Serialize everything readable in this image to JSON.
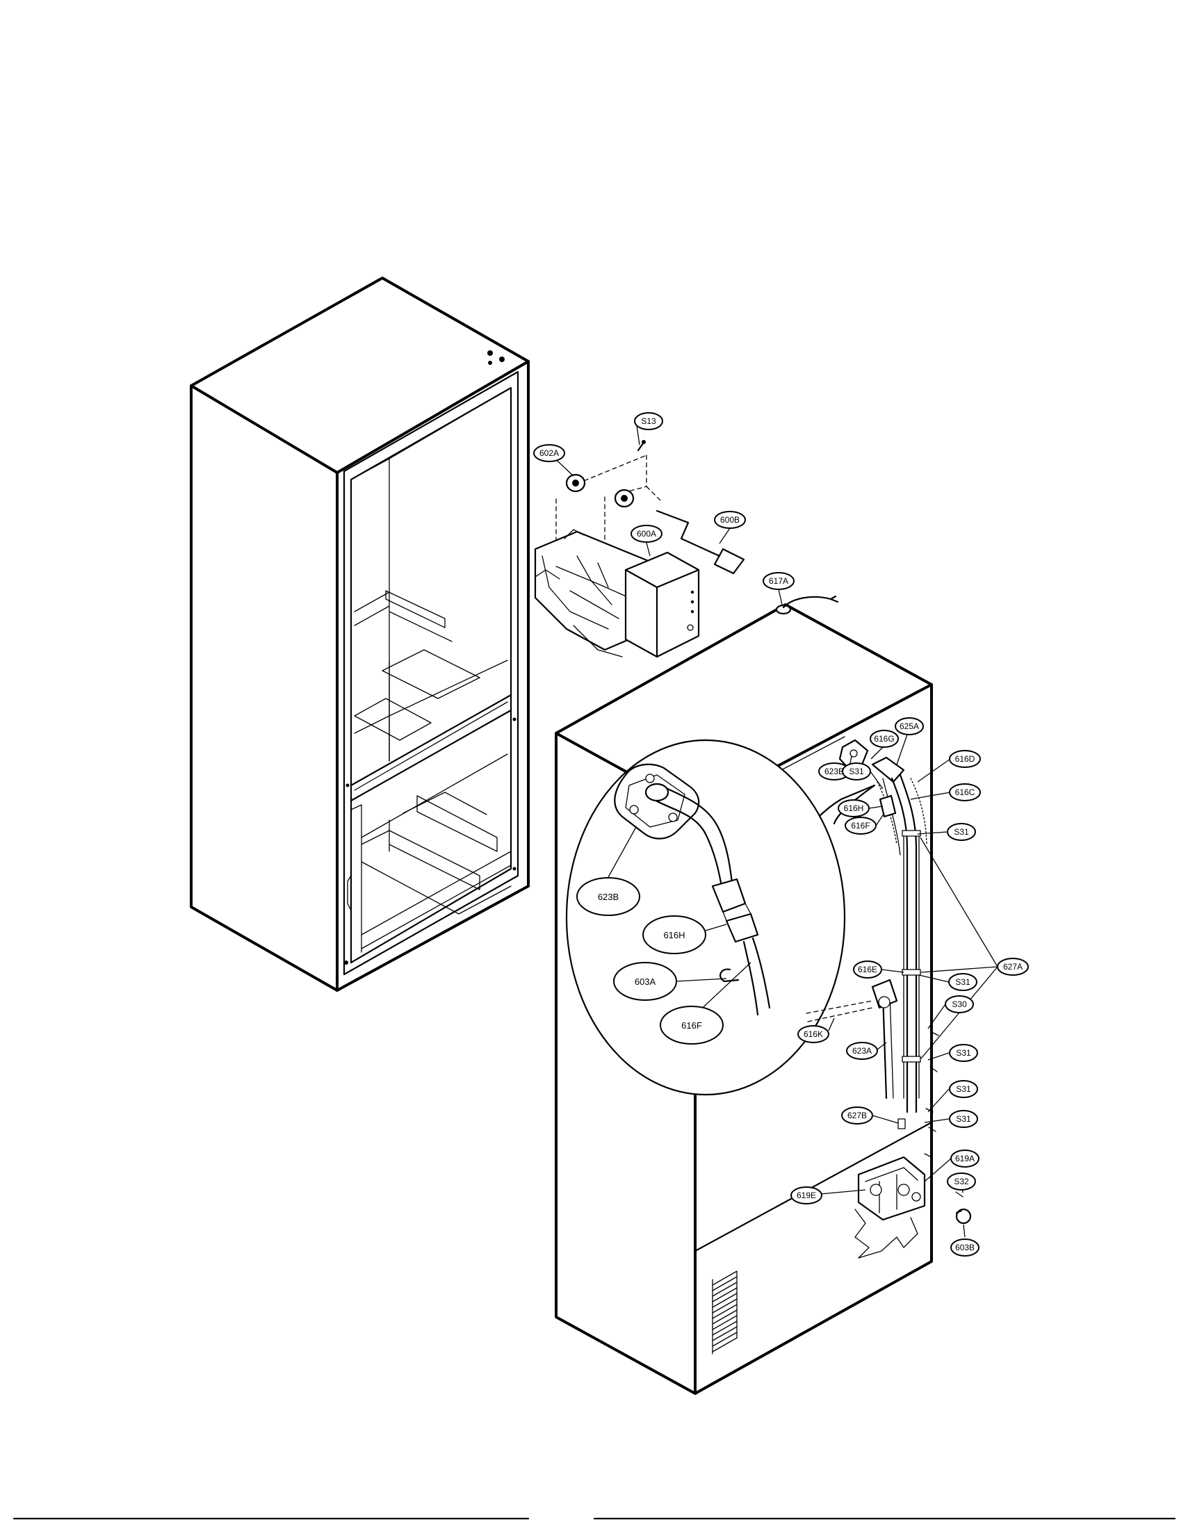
{
  "diagram": {
    "callouts": [
      {
        "id": "s13",
        "label": "S13"
      },
      {
        "id": "602a",
        "label": "602A"
      },
      {
        "id": "600a",
        "label": "600A"
      },
      {
        "id": "600b",
        "label": "600B"
      },
      {
        "id": "617a",
        "label": "617A"
      },
      {
        "id": "616g",
        "label": "616G"
      },
      {
        "id": "625a",
        "label": "625A"
      },
      {
        "id": "616d",
        "label": "616D"
      },
      {
        "id": "623b-small",
        "label": "623B"
      },
      {
        "id": "s31-a",
        "label": "S31"
      },
      {
        "id": "616c",
        "label": "616C"
      },
      {
        "id": "616h-small",
        "label": "616H"
      },
      {
        "id": "616f-small",
        "label": "616F"
      },
      {
        "id": "s31-b",
        "label": "S31"
      },
      {
        "id": "616e",
        "label": "616E"
      },
      {
        "id": "627a",
        "label": "627A"
      },
      {
        "id": "s31-c",
        "label": "S31"
      },
      {
        "id": "s30",
        "label": "S30"
      },
      {
        "id": "616k",
        "label": "616K"
      },
      {
        "id": "623a",
        "label": "623A"
      },
      {
        "id": "s31-d",
        "label": "S31"
      },
      {
        "id": "s31-e",
        "label": "S31"
      },
      {
        "id": "627b",
        "label": "627B"
      },
      {
        "id": "s31-f",
        "label": "S31"
      },
      {
        "id": "619a",
        "label": "619A"
      },
      {
        "id": "s32",
        "label": "S32"
      },
      {
        "id": "619e",
        "label": "619E"
      },
      {
        "id": "603b",
        "label": "603B"
      },
      {
        "id": "623b-detail",
        "label": "623B"
      },
      {
        "id": "616h-detail",
        "label": "616H"
      },
      {
        "id": "603a-detail",
        "label": "603A"
      },
      {
        "id": "616f-detail",
        "label": "616F"
      }
    ]
  }
}
